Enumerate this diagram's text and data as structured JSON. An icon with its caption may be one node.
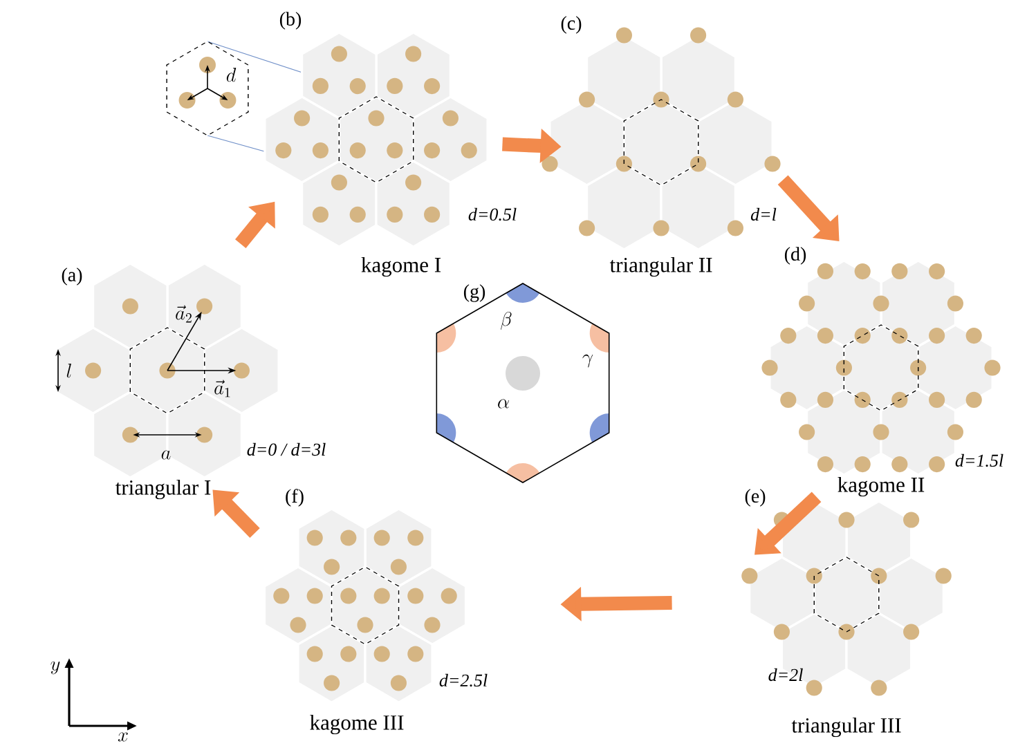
{
  "diagram": {
    "nodes": [
      {
        "text": [
          "(a)",
          "d=0 / d=3l",
          "triangular I"
        ]
      },
      {
        "text": [
          "(b)",
          "d=0.5l",
          "kagome I"
        ]
      },
      {
        "text": [
          "(c)",
          "d=l",
          "triangular II"
        ]
      },
      {
        "text": [
          "(d)",
          "d=1.5l",
          "kagome II"
        ]
      },
      {
        "text": [
          "(e)",
          "d=2l",
          "triangular III"
        ]
      },
      {
        "text": [
          "(f)",
          "d=2.5l",
          "kagome III"
        ]
      },
      {
        "text": [
          "(g)"
        ]
      }
    ],
    "edges": [
      {
        "from": 0,
        "to": 1,
        "arrow": "to"
      },
      {
        "from": 1,
        "to": 2,
        "arrow": "to"
      },
      {
        "from": 2,
        "to": 3,
        "arrow": "to"
      },
      {
        "from": 3,
        "to": 4,
        "arrow": "to"
      },
      {
        "from": 4,
        "to": 5,
        "arrow": "to"
      },
      {
        "from": 5,
        "to": 0,
        "arrow": "to"
      }
    ],
    "labels": [
      "\\vec{a}_2",
      "l",
      "\\vec{a}_1",
      "a",
      "d",
      "\\beta",
      "\\gamma",
      "\\alpha",
      "y",
      "x"
    ]
  }
}
